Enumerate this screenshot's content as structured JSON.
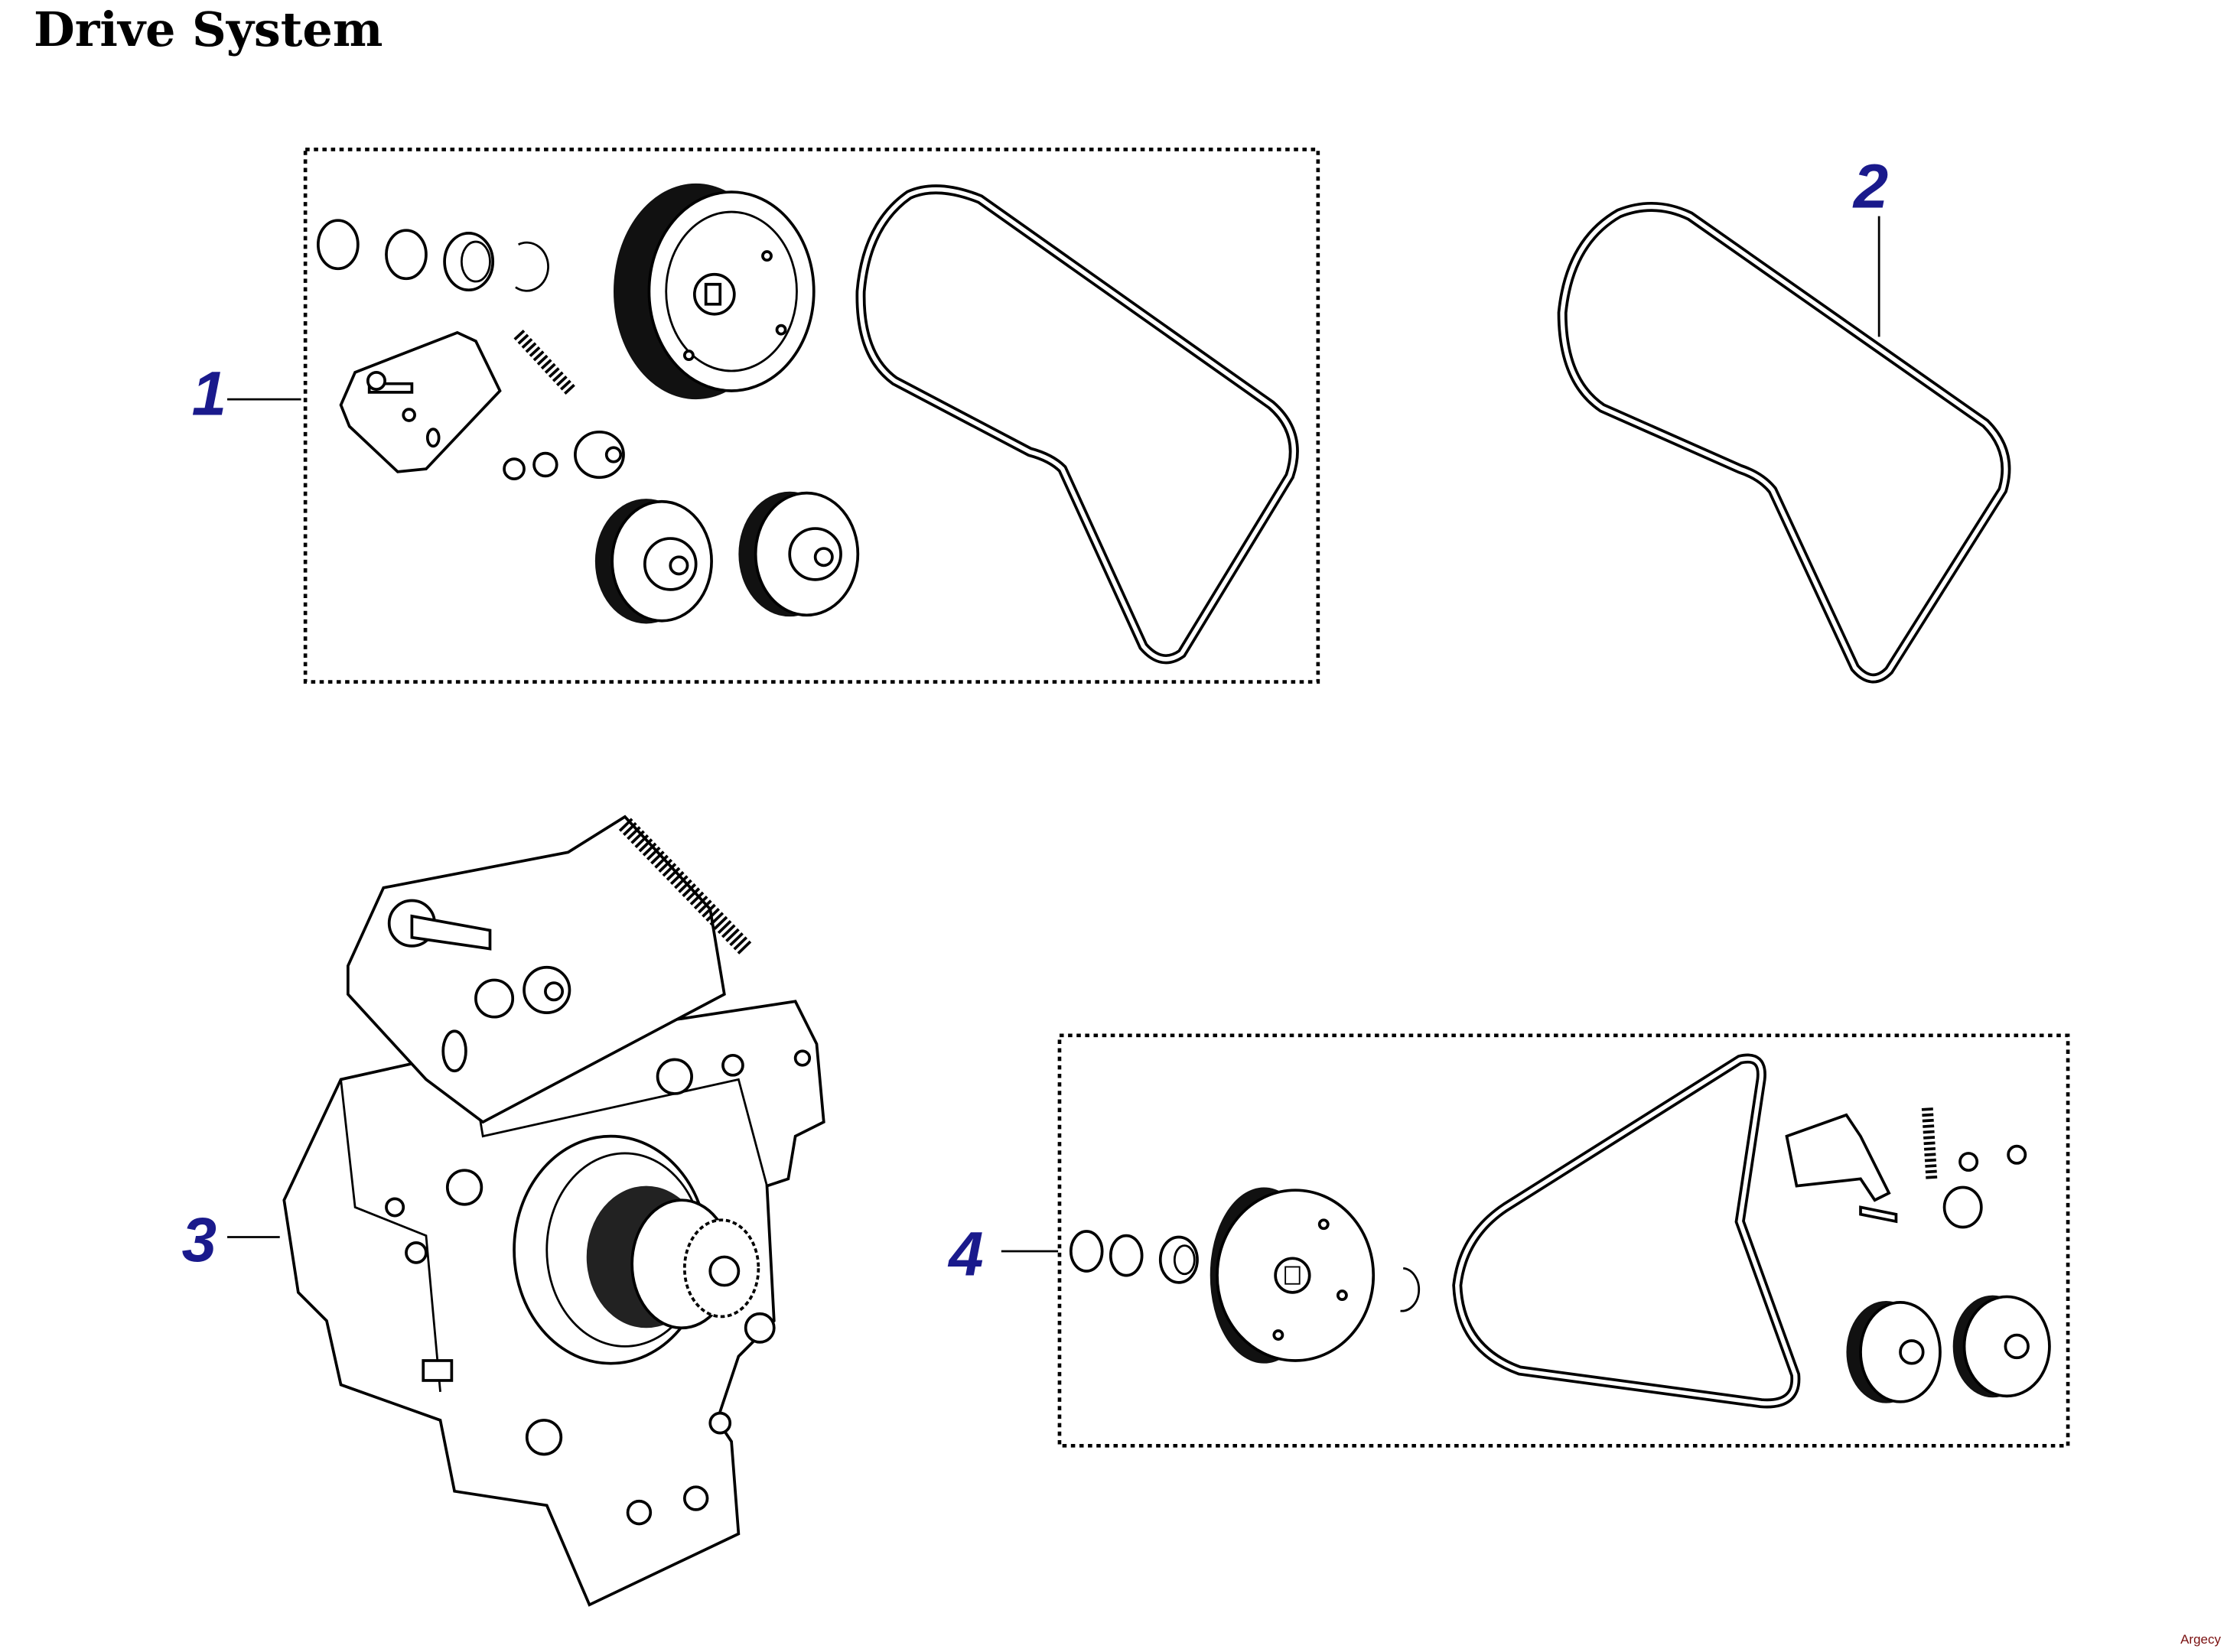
{
  "title": "Drive System",
  "watermark": "Argecy",
  "label_color": "#1a1a8c",
  "callouts": [
    {
      "number": "1",
      "part": "drive-kit-box"
    },
    {
      "number": "2",
      "part": "drive-belt"
    },
    {
      "number": "3",
      "part": "drive-motor-assembly"
    },
    {
      "number": "4",
      "part": "drive-kit-box-alt"
    }
  ]
}
